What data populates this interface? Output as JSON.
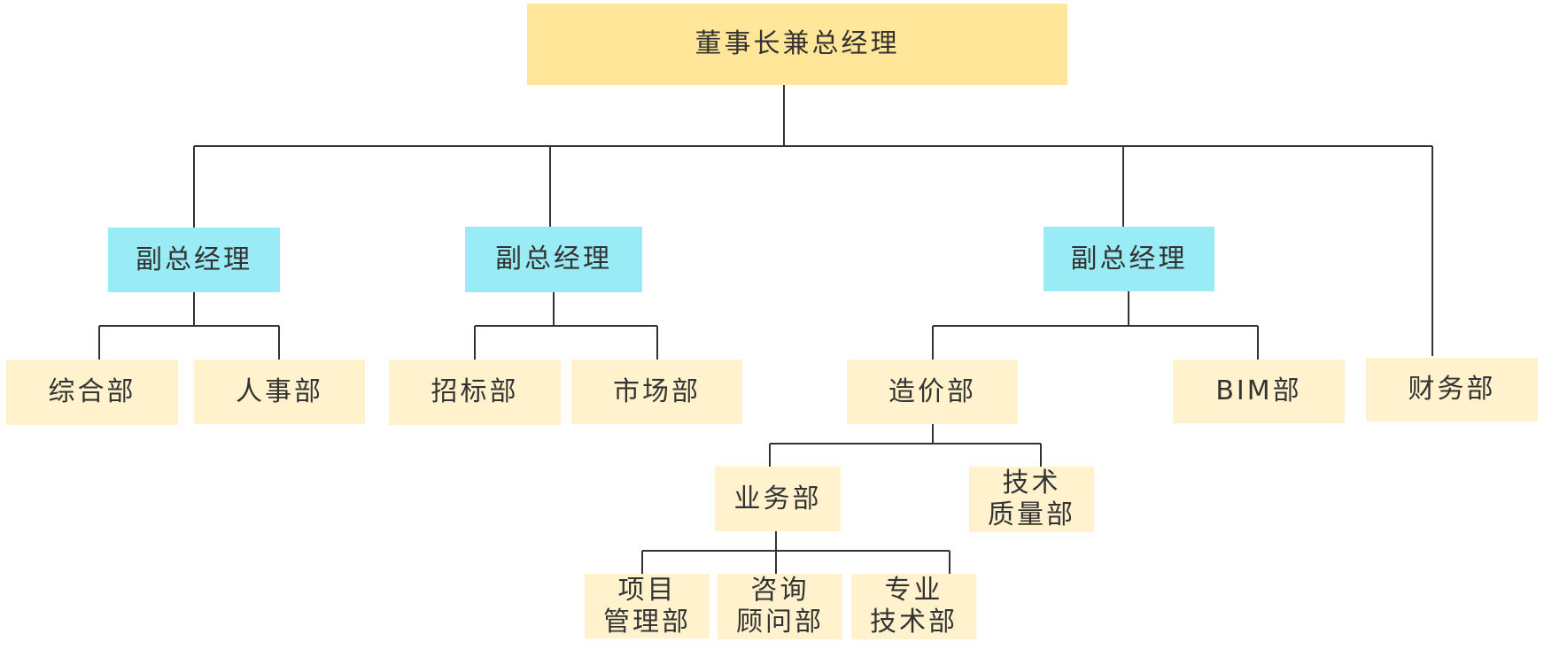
{
  "colors": {
    "root_fill": "#FFE699",
    "vp_fill": "#99EBF5",
    "dept_fill": "#FFF2CC",
    "line": "#333333",
    "text": "#333333"
  },
  "org": {
    "root": "董事长兼总经理",
    "vp1": {
      "title": "副总经理",
      "depts": [
        "综合部",
        "人事部"
      ]
    },
    "vp2": {
      "title": "副总经理",
      "depts": [
        "招标部",
        "市场部"
      ]
    },
    "vp3": {
      "title": "副总经理",
      "depts": [
        "造价部",
        "BIM部"
      ]
    },
    "finance": "财务部",
    "costing": {
      "children": [
        "业务部",
        "技术\n质量部"
      ]
    },
    "business": {
      "children": [
        "项目\n管理部",
        "咨询\n顾问部",
        "专业\n技术部"
      ]
    }
  }
}
